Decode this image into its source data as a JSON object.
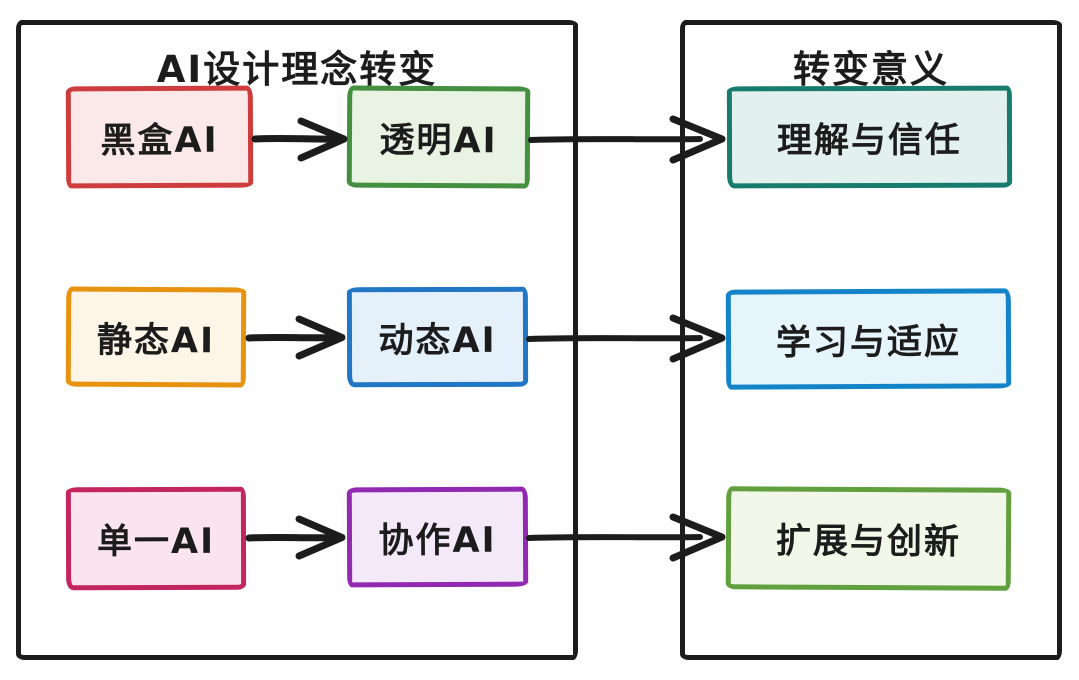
{
  "canvas": {
    "background": "#fefefe",
    "ink": "#1c1c1c"
  },
  "left_panel": {
    "title": "AI设计理念转变",
    "rows": [
      {
        "from": {
          "label": "黑盒AI",
          "border": "#ce3d3d",
          "fill": "#fbe9e9"
        },
        "to": {
          "label": "透明AI",
          "border": "#448f40",
          "fill": "#e8f3e4"
        }
      },
      {
        "from": {
          "label": "静态AI",
          "border": "#e8930f",
          "fill": "#fdf5e7"
        },
        "to": {
          "label": "动态AI",
          "border": "#2277c4",
          "fill": "#e4f0fa"
        }
      },
      {
        "from": {
          "label": "单一AI",
          "border": "#c32560",
          "fill": "#fae4ee"
        },
        "to": {
          "label": "协作AI",
          "border": "#9129b1",
          "fill": "#f4e9f8"
        }
      }
    ]
  },
  "right_panel": {
    "title": "转变意义",
    "items": [
      {
        "label": "理解与信任",
        "border": "#187c6d",
        "fill": "#e3f1ee"
      },
      {
        "label": "学习与适应",
        "border": "#1484c9",
        "fill": "#e6f4fc"
      },
      {
        "label": "扩展与创新",
        "border": "#62a03f",
        "fill": "#f1f7e9"
      }
    ]
  }
}
